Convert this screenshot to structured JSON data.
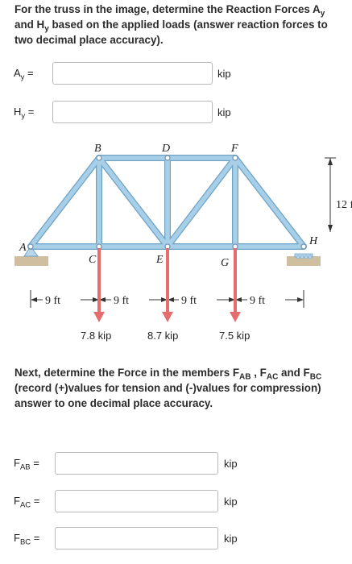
{
  "question1": {
    "line1_prefix": "For the truss in the image, determine the Reaction Forces A",
    "line1_sub": "y",
    "line2_prefix": "and H",
    "line2_sub": "y",
    "line2_suffix": " based on the applied loads (answer reaction forces to",
    "line3": "two decimal place accuracy)."
  },
  "fields": {
    "ay": {
      "label_main": "A",
      "label_sub": "y",
      "label_eq": " =",
      "value": "",
      "unit": "kip"
    },
    "hy": {
      "label_main": "H",
      "label_sub": "y",
      "label_eq": " =",
      "value": "",
      "unit": "kip"
    },
    "fab": {
      "label_main": "F",
      "label_sub": "AB",
      "label_eq": " =",
      "value": "",
      "unit": "kip"
    },
    "fac": {
      "label_main": "F",
      "label_sub": "AC",
      "label_eq": " =",
      "value": "",
      "unit": "kip"
    },
    "fbc": {
      "label_main": "F",
      "label_sub": "BC",
      "label_eq": " =",
      "value": "",
      "unit": "kip"
    }
  },
  "truss": {
    "nodes": {
      "a": "A",
      "b": "B",
      "c": "C",
      "d": "D",
      "e": "E",
      "f": "F",
      "g": "G",
      "h": "H"
    },
    "spans": [
      "9 ft",
      "9 ft",
      "9 ft",
      "9 ft"
    ],
    "height_label": "12 f",
    "loads": [
      "7.8 kip",
      "8.7 kip",
      "7.5 kip"
    ],
    "colors": {
      "member": "#a7cfe8",
      "member_edge": "#6fa3c6",
      "load": "#e56d6d",
      "support": "#cfbfa0"
    }
  },
  "question2": {
    "line1_prefix": "Next, determine the Force in the members F",
    "line1_sub1": "AB",
    "line1_mid": " , F",
    "line1_sub2": "AC",
    "line1_and": " and F",
    "line1_sub3": "BC",
    "line2": "(record (+)values for tension and (-)values for compression)",
    "line3": "answer to one decimal place accuracy."
  }
}
